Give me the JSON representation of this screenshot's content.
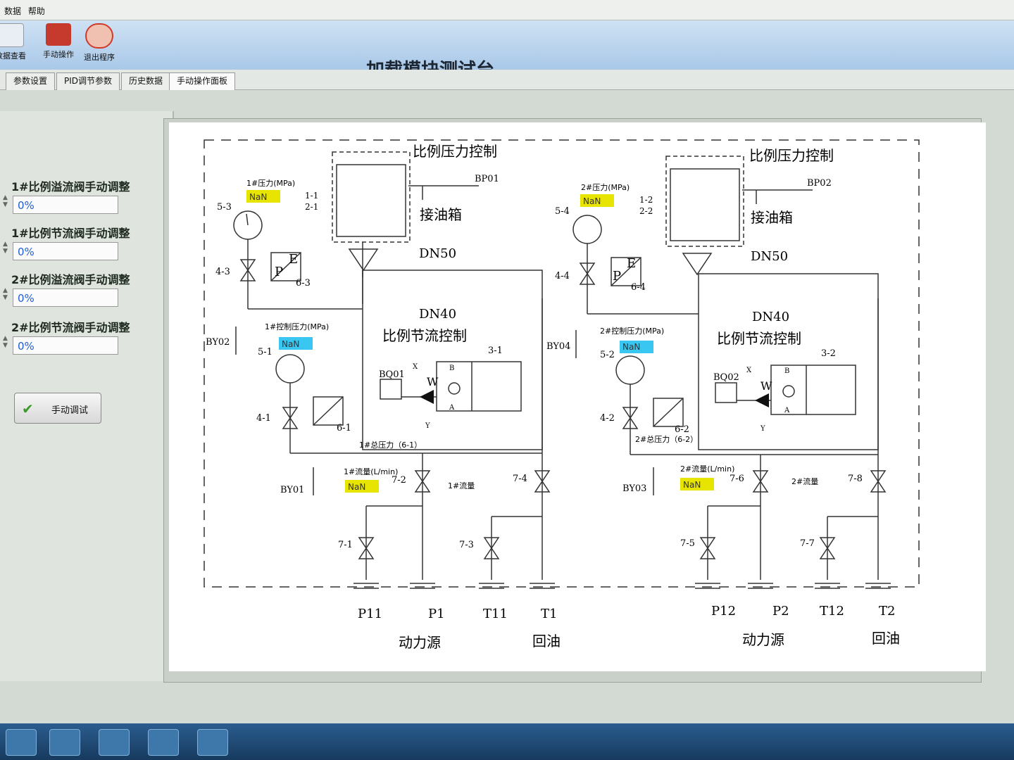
{
  "menu": {
    "items": [
      "数据",
      "帮助"
    ]
  },
  "toolbar": {
    "buttons": [
      {
        "label": "数据查看",
        "icon": "document-icon"
      },
      {
        "label": "手动操作",
        "icon": "hand-icon"
      },
      {
        "label": "退出程序",
        "icon": "power-icon"
      }
    ]
  },
  "app_title": "加载模块测试台",
  "tabs": [
    "参数设置",
    "PID调节参数",
    "历史数据",
    "手动操作面板"
  ],
  "active_tab": "手动操作面板",
  "left_panel": {
    "controls": [
      {
        "label": "1#比例溢流阀手动调整",
        "value": "0%"
      },
      {
        "label": "1#比例节流阀手动调整",
        "value": "0%"
      },
      {
        "label": "2#比例溢流阀手动调整",
        "value": "0%"
      },
      {
        "label": "2#比例节流阀手动调整",
        "value": "0%"
      }
    ],
    "manual_button": "手动调试"
  },
  "diagram": {
    "left": {
      "pressure_control_title": "比例压力控制",
      "bp": "BP01",
      "tank": "接油箱",
      "dn50": "DN50",
      "dn40": "DN40",
      "flow_control_title": "比例节流控制",
      "valve_3": "3-1",
      "bq": "BQ01",
      "pressure1_label": "1#压力(MPa)",
      "pressure1_value": "NaN",
      "pressure1_tags": [
        "1-1",
        "2-1"
      ],
      "gauge_top": "5-3",
      "valve_top": "4-3",
      "pe_top": "6-3",
      "by_left": "BY02",
      "pressure2_label": "1#控制压力(MPa)",
      "pressure2_value": "NaN",
      "gauge_bottom": "5-1",
      "valve_bottom": "4-1",
      "pe_bottom": "6-1",
      "total_pressure": "1#总压力（6-1）",
      "by_bottom": "BY01",
      "flow_label": "1#流量(L/min)",
      "flow_value": "NaN",
      "flow_text": "1#流量",
      "v72": "7-2",
      "v74": "7-4",
      "v71": "7-1",
      "v73": "7-3",
      "ports": [
        "P11",
        "P1",
        "T11",
        "T1"
      ],
      "power": "动力源",
      "return": "回油"
    },
    "right": {
      "pressure_control_title": "比例压力控制",
      "bp": "BP02",
      "tank": "接油箱",
      "dn50": "DN50",
      "dn40": "DN40",
      "flow_control_title": "比例节流控制",
      "valve_3": "3-2",
      "bq": "BQ02",
      "pressure1_label": "2#压力(MPa)",
      "pressure1_value": "NaN",
      "pressure1_tags": [
        "1-2",
        "2-2"
      ],
      "gauge_top": "5-4",
      "valve_top": "4-4",
      "pe_top": "6-4",
      "by_left": "BY04",
      "pressure2_label": "2#控制压力(MPa)",
      "pressure2_value": "NaN",
      "gauge_bottom": "5-2",
      "valve_bottom": "4-2",
      "pe_bottom": "6-2",
      "total_pressure": "2#总压力（6-2）",
      "by_bottom": "BY03",
      "flow_label": "2#流量(L/min)",
      "flow_value": "NaN",
      "flow_text": "2#流量",
      "v72": "7-6",
      "v74": "7-8",
      "v71": "7-5",
      "v73": "7-7",
      "ports": [
        "P12",
        "P2",
        "T12",
        "T2"
      ],
      "power": "动力源",
      "return": "回油"
    },
    "valve_letters": {
      "b": "B",
      "a": "A",
      "x": "X",
      "y": "Y",
      "w": "W",
      "p": "P",
      "e": "E"
    },
    "colors": {
      "yellow_box": "#e7e400",
      "cyan_box": "#39c6f0",
      "line": "#333333"
    }
  }
}
